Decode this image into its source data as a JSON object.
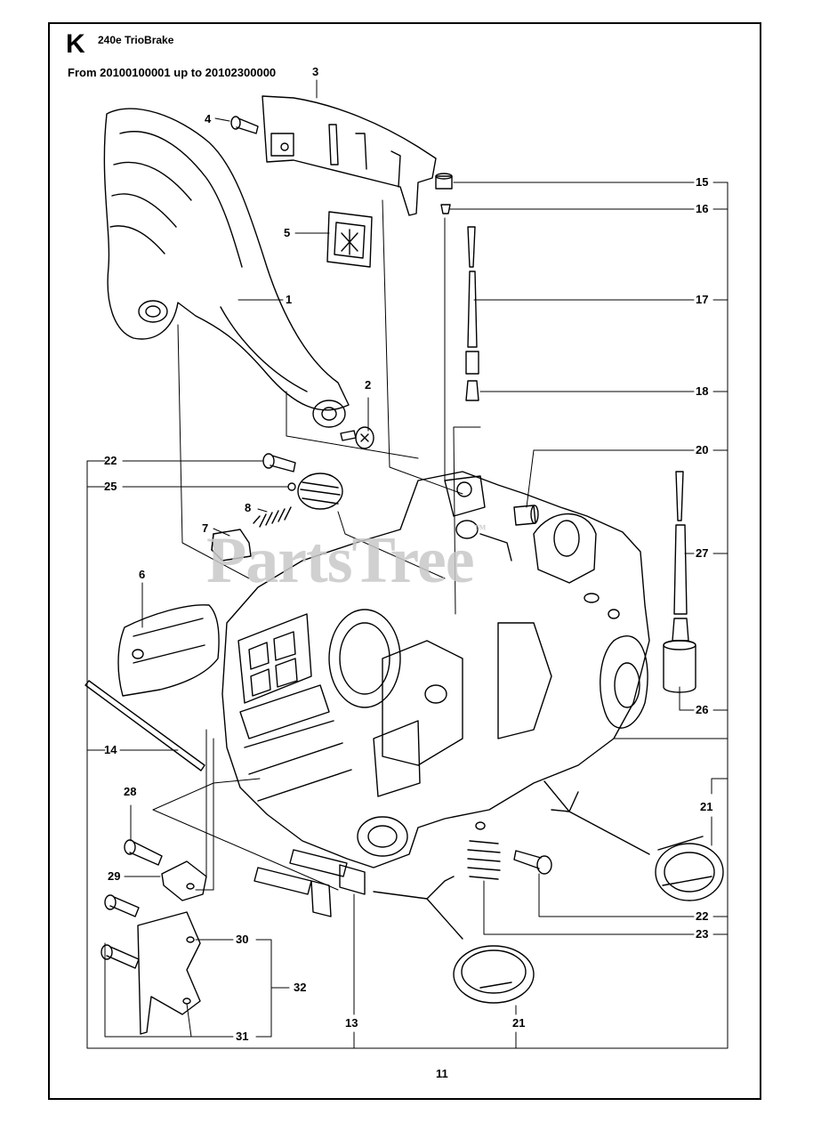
{
  "header": {
    "section_letter": "K",
    "model_title": "240e TrioBrake",
    "serial_range": "From 20100100001 up to 20102300000"
  },
  "watermark": {
    "text": "PartsTree",
    "mark": "™"
  },
  "callouts": {
    "c1": "1",
    "c2": "2",
    "c3": "3",
    "c4": "4",
    "c5": "5",
    "c6": "6",
    "c7": "7",
    "c8": "8",
    "c11": "11",
    "c13": "13",
    "c14": "14",
    "c15": "15",
    "c16": "16",
    "c17": "17",
    "c18": "18",
    "c20": "20",
    "c21a": "21",
    "c21b": "21",
    "c22a": "22",
    "c22b": "22",
    "c23": "23",
    "c25": "25",
    "c26": "26",
    "c27": "27",
    "c28": "28",
    "c29": "29",
    "c30": "30",
    "c31": "31",
    "c32": "32"
  },
  "colors": {
    "line": "#000000",
    "watermark": "#c8c8c8",
    "background": "#ffffff"
  }
}
